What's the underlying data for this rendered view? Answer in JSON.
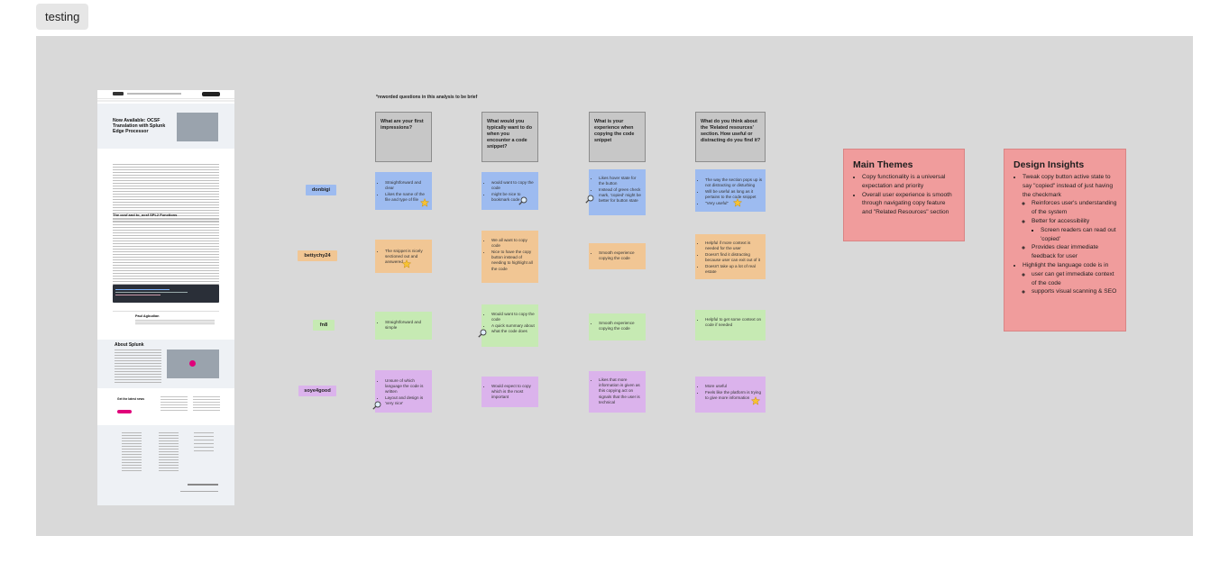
{
  "tab": {
    "label": "testing"
  },
  "board": {
    "header_note": "*reworded questions in this analysis to be brief",
    "questions": [
      "What are your first impressions?",
      "What would you typically want to do when you encounter a code snippet?",
      "What is your experience when copying the code snippet",
      "What do you think about the 'Related resources' section. How useful or distracting do you find it?"
    ],
    "participants": [
      "donbigi",
      "bettychy24",
      "fn8",
      "soye4good"
    ],
    "rows": [
      [
        [
          "Straightforward and clear",
          "Likes the name of the file and type of file"
        ],
        [
          "would want to copy the code",
          "might be nice to bookmark code"
        ],
        [
          "Likes hover state for the button",
          "Instead of green check mark, 'copied' might be better for button state"
        ],
        [
          "The way the section pops up is not distracting or disturbing",
          "Will be useful as long as it pertains to the code snippet",
          "\"Very useful\""
        ]
      ],
      [
        [
          "The snippet is nicely sectioned out and answered"
        ],
        [
          "We all want to copy code",
          "Nice to have the copy button instead of needing to highlight all the code"
        ],
        [
          "Smooth experience copying the code"
        ],
        [
          "Helpful if more context is needed for the user",
          "Doesn't find it distracting because user can exit out of it",
          "Doesn't take up a lot of real estate"
        ]
      ],
      [
        [
          "Straightforward and simple"
        ],
        [
          "Would want to copy the code",
          "A quick summary about what the code does"
        ],
        [
          "Smooth experience copying the code"
        ],
        [
          "Helpful to get some context on code if needed"
        ]
      ],
      [
        [
          "Unsure of which language the code is written",
          "Layout and design is 'very nice'"
        ],
        [
          "Would expect to copy which is the most important"
        ],
        [
          "Likes that more information is given as this copying act on signals that the user is technical"
        ],
        [
          "More useful",
          "Feels like the platform is trying to give more information"
        ]
      ]
    ],
    "main_themes": {
      "title": "Main Themes",
      "items": [
        "Copy functionality is a universal expectation and priority",
        "Overall user experience is smooth through navigating copy feature and \"Related Resources\" section"
      ]
    },
    "design_insights": {
      "title": "Design Insights",
      "b1": "Tweak copy button active state to say \"copied\" instead of just having the checkmark",
      "b1_sub1": "Reinforces user's understanding of the system",
      "b1_sub2": "Better for accessibility",
      "b1_sub2_sub": "Screen readers can read out 'copied'",
      "b1_sub3": "Provides clear immediate feedback for user",
      "b2": "Highlight the language code is in",
      "b2_sub1": "user can get immediate context of the code",
      "b2_sub2": "supports visual scanning & SEO"
    },
    "icons": {
      "magnifier": "magnifier-sticker-icon",
      "star": "star-sticker-icon"
    },
    "colors": {
      "blue": "#9dbbf0",
      "orange": "#f1c694",
      "green": "#c6eab3",
      "purple": "#dbb3ec",
      "theme": "#f09c9c",
      "canvas": "#d9d9d9"
    }
  },
  "thumbnail": {
    "headline": "Now Available: OCSF Translation with Splunk Edge Processor",
    "section_heading": "The ocsf and to_ocsf SPL2 Functions",
    "author": "Paul Agbudian",
    "about_heading": "About Splunk",
    "newsletter_heading": "Get the latest news"
  }
}
